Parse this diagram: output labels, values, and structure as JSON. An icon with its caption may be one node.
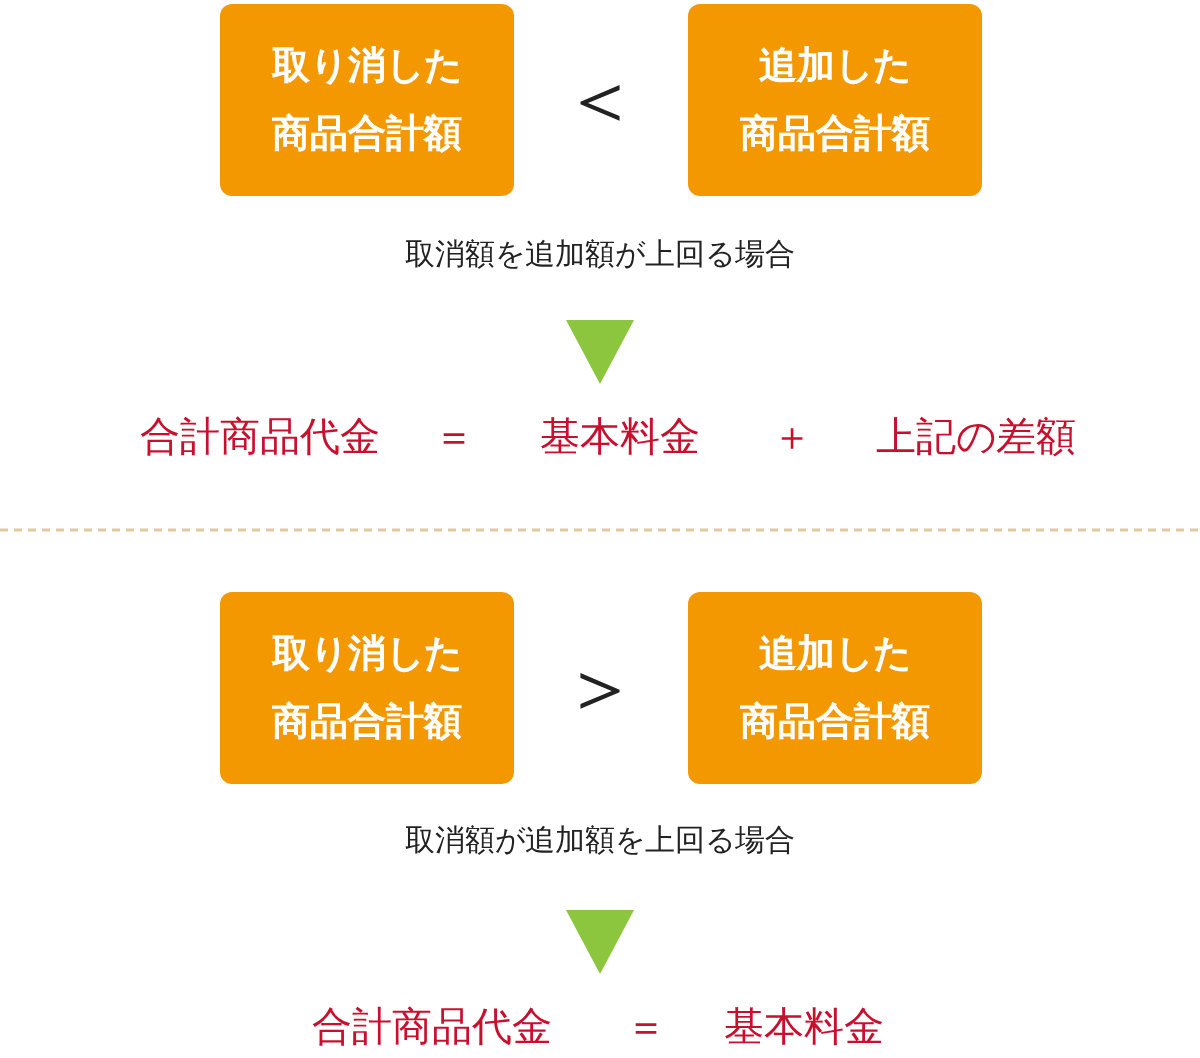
{
  "diagram": {
    "nodes": [
      {
        "text": [
          "取り消した商品合計額"
        ]
      },
      {
        "text": [
          "追加した商品合計額"
        ]
      },
      {
        "text": [
          "取り消した商品合計額"
        ]
      },
      {
        "text": [
          "追加した商品合計額"
        ]
      }
    ],
    "labels": [
      "＜",
      "取消額を追加額が上回る場合",
      "合計商品代金",
      "＝",
      "基本料金",
      "＋",
      "上記の差額",
      "＞",
      "取消額が追加額を上回る場合",
      "合計商品代金",
      "＝",
      "基本料金"
    ]
  }
}
